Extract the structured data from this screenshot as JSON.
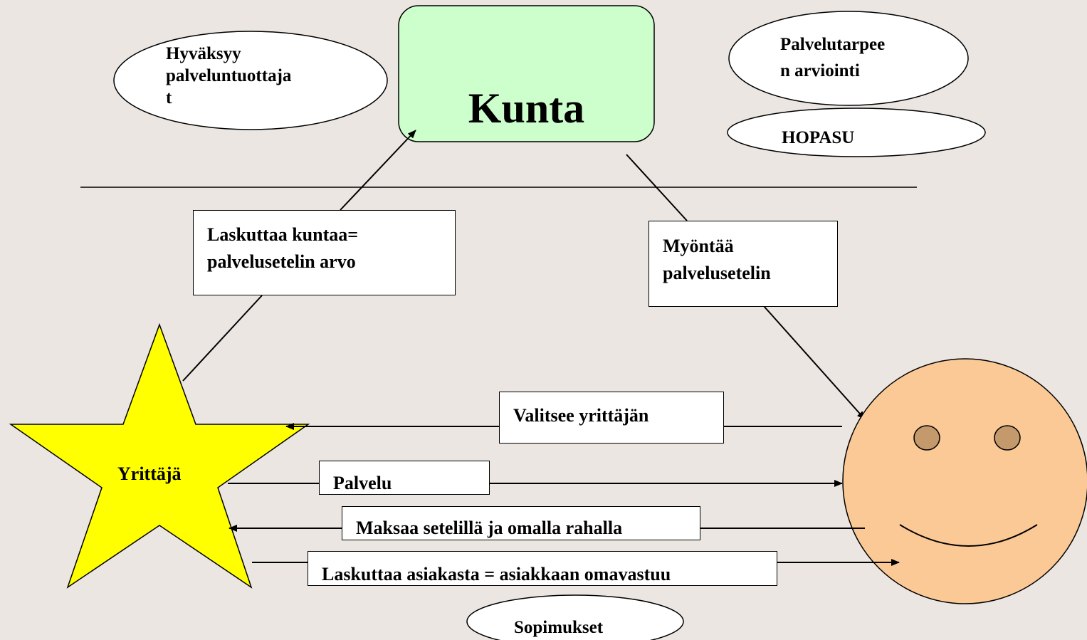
{
  "kunta": {
    "label": "Kunta",
    "fill": "#ccffcc"
  },
  "ellipses": {
    "hyvaksyy": "Hyväksyy\npalveluntuottaja\nt",
    "palvelutarve": "Palvelutarpee\nn arviointi",
    "hopasu": "HOPASU",
    "sopimukset": "Sopimukset"
  },
  "boxes": {
    "laskuttaa_kuntaa": "Laskuttaa kuntaa=\npalvelusetelin arvo",
    "myontaa": "Myöntää\npalvelusetelin",
    "valitsee": "Valitsee yrittäjän",
    "palvelu": "Palvelu",
    "maksaa": "Maksaa setelillä ja omalla rahalla",
    "laskuttaa_asiakasta": "Laskuttaa asiakasta = asiakkaan omavastuu"
  },
  "yrittaja": {
    "label": "Yrittäjä",
    "fill": "#ffff00"
  },
  "customer": {
    "face_fill": "#fbc995",
    "eye_fill": "#c49a6c"
  }
}
